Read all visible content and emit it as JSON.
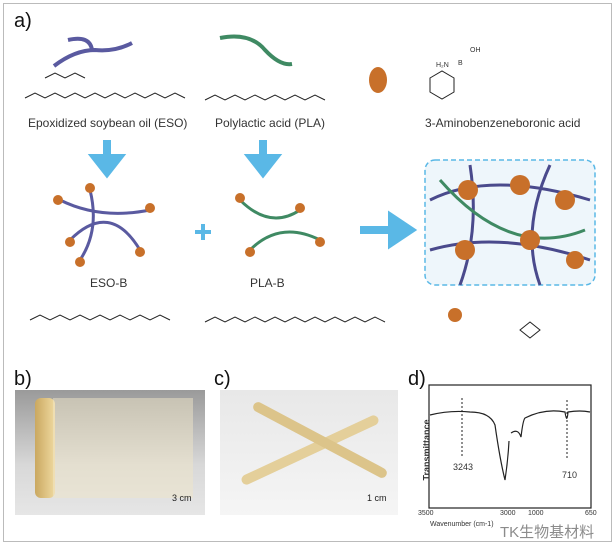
{
  "panels": {
    "a": "a)",
    "b": "b)",
    "c": "c)",
    "d": "d)"
  },
  "components": {
    "eso": "Epoxidized soybean oil (ESO)",
    "pla": "Polylactic acid (PLA)",
    "aba": "3-Aminobenzeneboronic acid",
    "eso_b": "ESO-B",
    "pla_b": "PLA-B",
    "h2n": "H₂N",
    "oh": "OH",
    "b": "B"
  },
  "scalebars": {
    "b": "3 cm",
    "c": "1 cm"
  },
  "colors": {
    "eso": "#5a5aa0",
    "pla": "#3f8a63",
    "boronic": "#c8702a",
    "arrow": "#5ab8e6"
  },
  "chart_data": {
    "type": "line",
    "title": "",
    "ylabel": "Transmittance",
    "xlabel": "Wavenumber (cm-1)",
    "x_ticks": [
      "3500",
      "3000",
      "1000",
      "650"
    ],
    "xlim": [
      3500,
      650
    ],
    "axis_break": true,
    "annotations": [
      "3243",
      "710"
    ]
  },
  "watermark": "TK生物基材料"
}
